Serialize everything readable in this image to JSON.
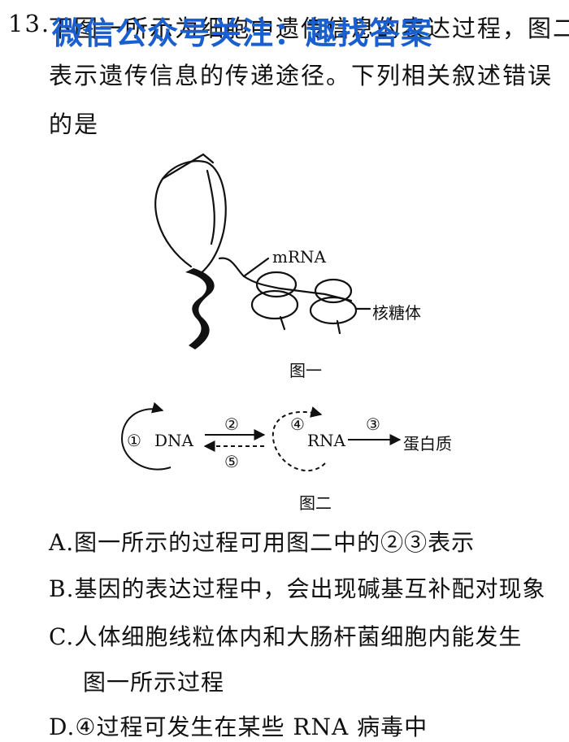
{
  "question": {
    "number": "13.",
    "line1_visible": "下图一所示为细胞中遗传信息的表达过程，图二",
    "line2": "表示遗传信息的传递途径。下列相关叙述错误",
    "line3": "的是"
  },
  "watermark": "微信公众号关注：趣找答案",
  "figure1": {
    "label_mrna": "mRNA",
    "label_ribosome": "核糖体",
    "caption": "图一"
  },
  "figure2": {
    "dna": "DNA",
    "rna": "RNA",
    "protein": "蛋白质",
    "step1": "①",
    "step2": "②",
    "step3": "③",
    "step4": "④",
    "step5": "⑤",
    "caption": "图二"
  },
  "options": [
    {
      "letter": "A.",
      "text": "图一所示的过程可用图二中的②③表示"
    },
    {
      "letter": "B.",
      "text": "基因的表达过程中，会出现碱基互补配对现象"
    },
    {
      "letter": "C.",
      "text": "人体细胞线粒体内和大肠杆菌细胞内能发生"
    },
    {
      "letter": "",
      "text": "图一所示过程"
    },
    {
      "letter": "D.",
      "text": "④过程可发生在某些 RNA 病毒中"
    }
  ]
}
